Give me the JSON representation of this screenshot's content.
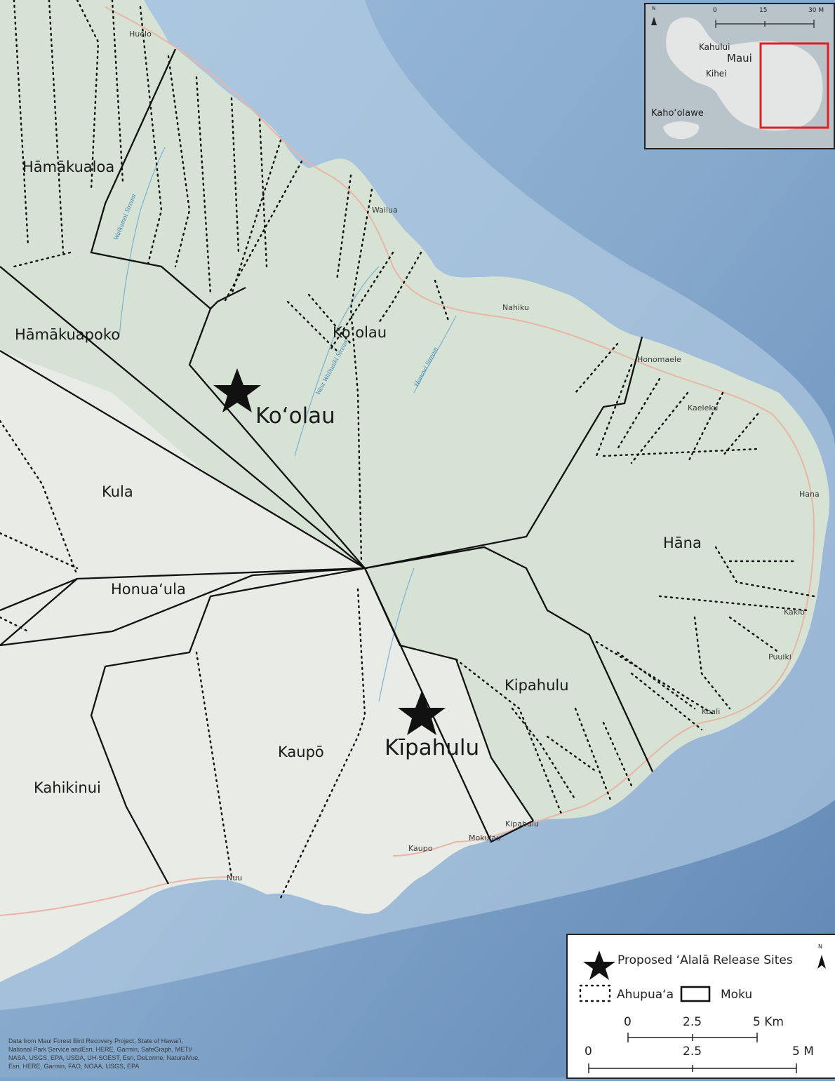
{
  "moku_labels": {
    "hamakualoa": "Hāmākualoa",
    "hamakuapoko": "Hāmākuapoko",
    "koolau": "Ko‘olau",
    "kula": "Kula",
    "honuaula": "Honua‘ula",
    "hana": "Hāna",
    "kipahulu": "Kipahulu",
    "kaupo": "Kaupō",
    "kahikinui": "Kahikinui"
  },
  "release_sites": {
    "koolau": "Ko‘olau",
    "kipahulu": "Kīpahulu"
  },
  "place_names": {
    "huelo": "Huelo",
    "wailua": "Wailua",
    "nahiku": "Nahiku",
    "honomaele": "Honomaele",
    "kaeleku": "Kaeleku",
    "hana": "Hana",
    "kakio": "Kakio",
    "puuiki": "Puuiki",
    "koali": "Koali",
    "kipahulu": "Kipahulu",
    "mokulau": "Mokulau",
    "kaupo": "Kaupo",
    "nuu": "Nuu"
  },
  "streams": {
    "waikamoi": "Waikamoi Stream",
    "west_wailuaiki": "West Wailuaiki Stream",
    "hanawi": "Hanawi Stream"
  },
  "inset": {
    "scale_ticks": [
      "0",
      "15",
      "30 M"
    ],
    "labels": {
      "kahului": "Kahului",
      "maui": "Maui",
      "kihei": "Kihei",
      "kahoolawe": "Kaho‘olawe"
    },
    "north": "N",
    "highlight_color": "#e02020"
  },
  "legend": {
    "release_sites": "Proposed ‘Alalā Release Sites",
    "ahupuaa": "Ahupua‘a",
    "moku": "Moku",
    "north": "N",
    "km_ticks": [
      "0",
      "2.5",
      "5 Km"
    ],
    "mi_ticks": [
      "0",
      "2.5",
      "5 M"
    ]
  },
  "credits": [
    "Data from Maui Forest Bird Recovery Project, State of Hawai‘i,",
    "National Park Service andEsri, HERE, Garmin, SafeGraph, METI/",
    "NASA, USGS, EPA, USDA, UH-SOEST, Esri, DeLorme, NaturalVue,",
    "Esri, HERE, Garmin, FAO, NOAA, USGS, EPA"
  ],
  "colors": {
    "ocean": "#7fa3c8",
    "land": "#e9ebe6",
    "forest": "#d6e2d3",
    "road": "#eab4a6",
    "stream": "#3f87b9",
    "boundary": "#111111"
  }
}
